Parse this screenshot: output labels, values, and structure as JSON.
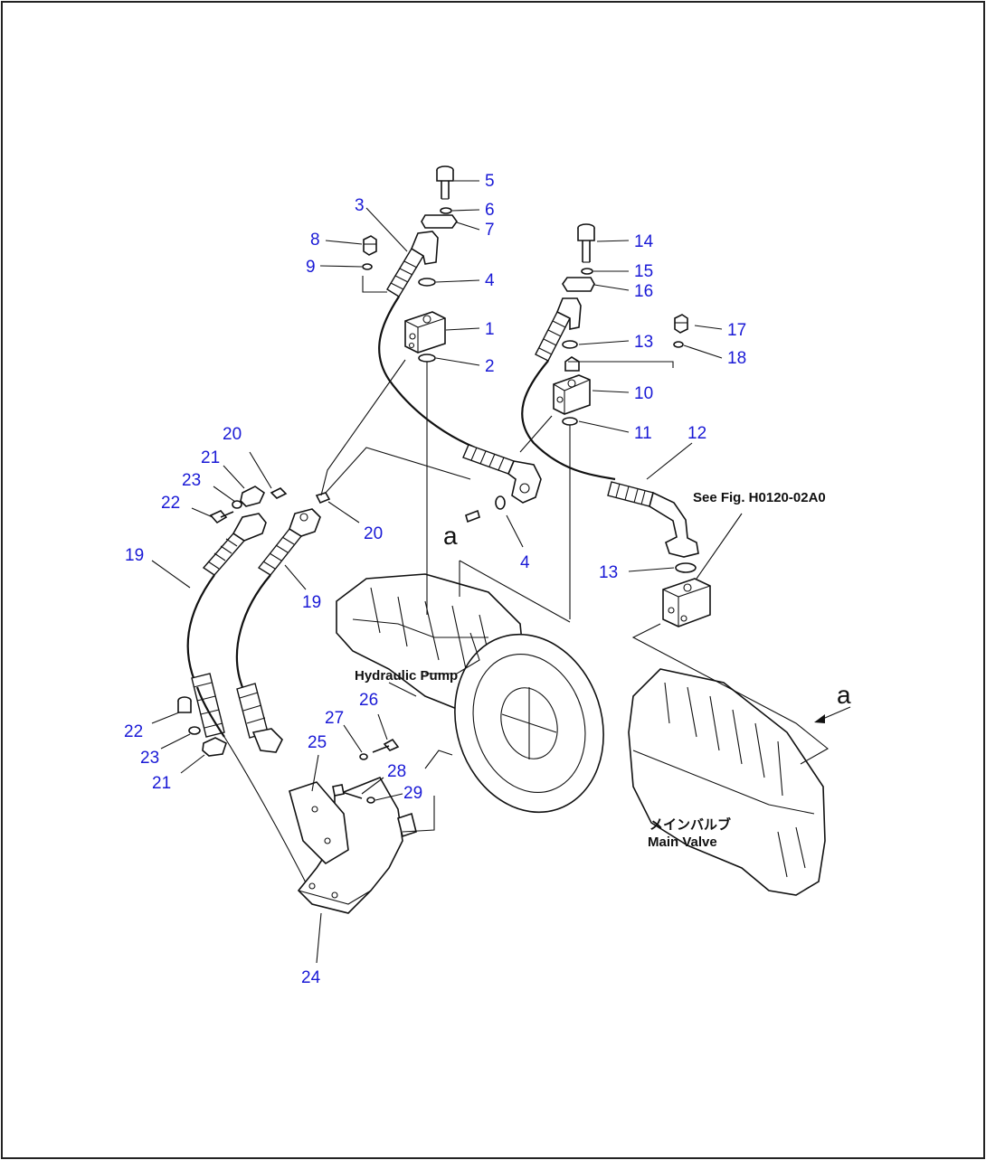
{
  "callouts": {
    "c1": "1",
    "c2": "2",
    "c3": "3",
    "c4a": "4",
    "c4b": "4",
    "c5": "5",
    "c6": "6",
    "c7": "7",
    "c8": "8",
    "c9": "9",
    "c10": "10",
    "c11": "11",
    "c12": "12",
    "c13a": "13",
    "c13b": "13",
    "c14": "14",
    "c15": "15",
    "c16": "16",
    "c17": "17",
    "c18": "18",
    "c19a": "19",
    "c19b": "19",
    "c20a": "20",
    "c20b": "20",
    "c21a": "21",
    "c21b": "21",
    "c22a": "22",
    "c22b": "22",
    "c23a": "23",
    "c23b": "23",
    "c24": "24",
    "c25": "25",
    "c26": "26",
    "c27": "27",
    "c28": "28",
    "c29": "29"
  },
  "labels": {
    "see_fig": "See Fig. H0120-02A0",
    "hydraulic_pump": "Hydraulic Pump",
    "main_valve_jp": "メインバルブ",
    "main_valve_en": "Main Valve",
    "ref_letter_a1": "a",
    "ref_letter_a2": "a"
  }
}
